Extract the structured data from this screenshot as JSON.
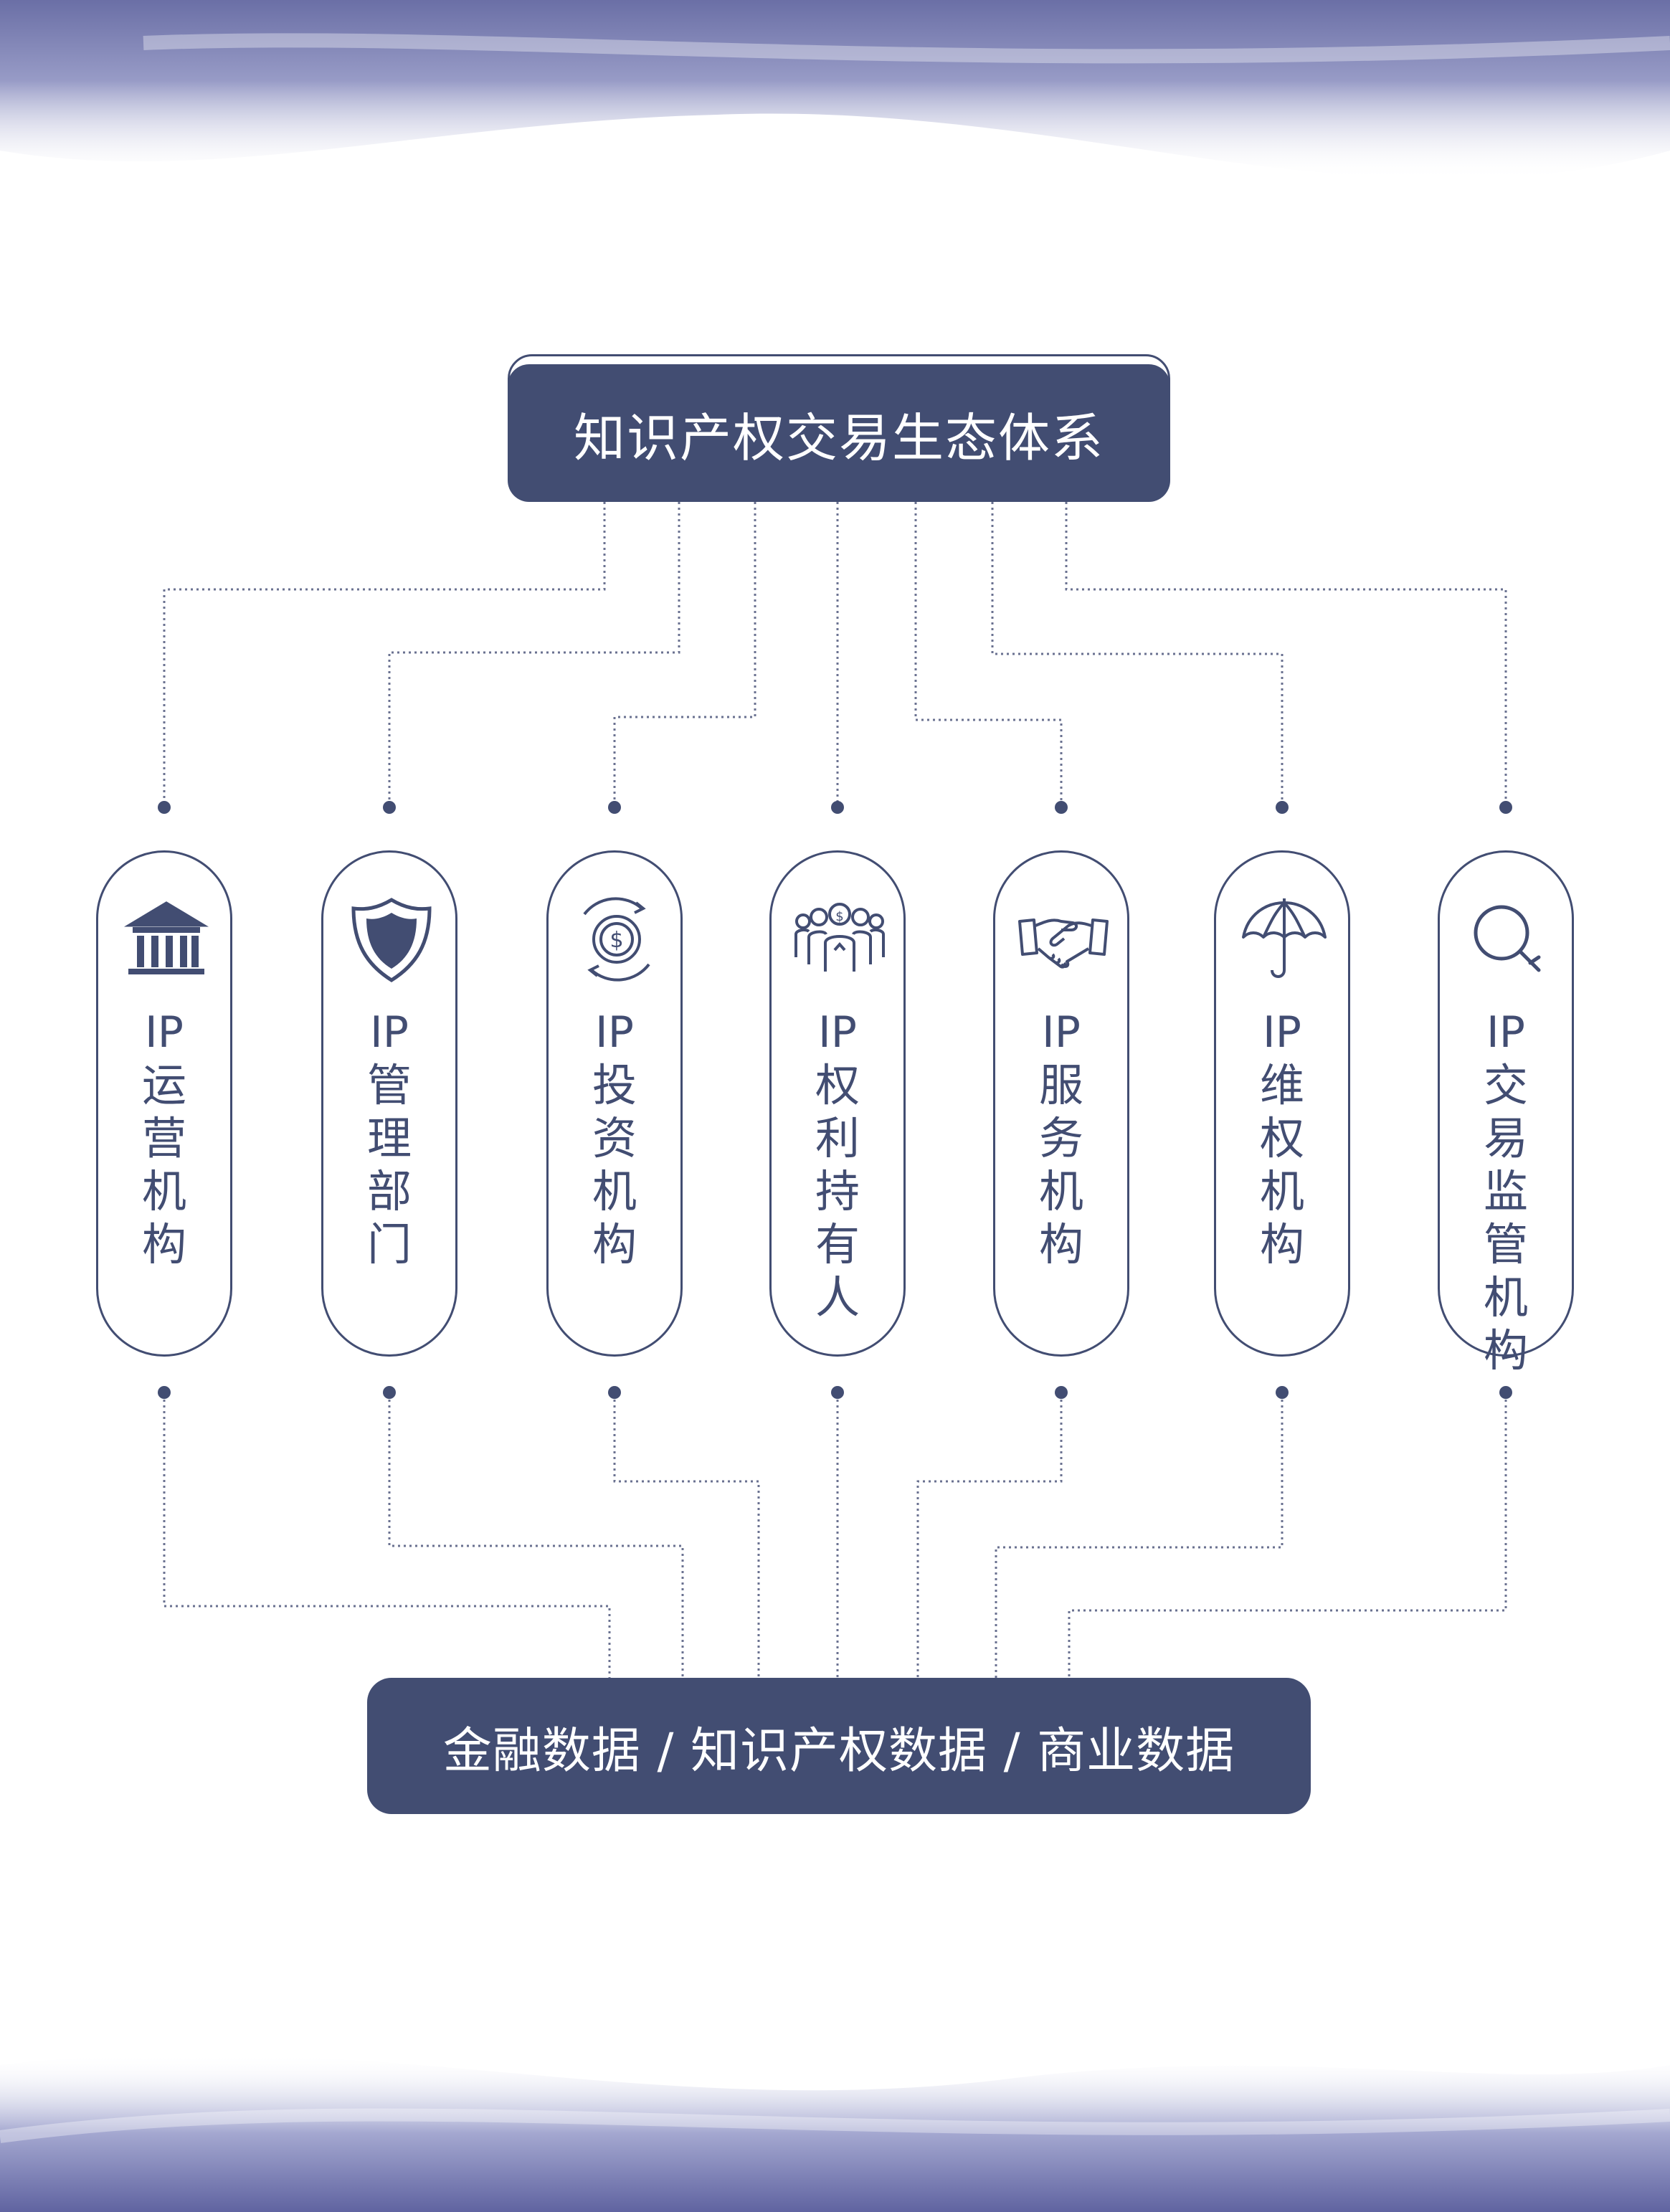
{
  "title": "知识产权交易生态体系",
  "bottom_label": "金融数据 / 知识产权数据 / 商业数据",
  "colors": {
    "navy": "#424d72",
    "dot": "#424d72",
    "connector": "#6a7190"
  },
  "nodes": [
    {
      "prefix": "IP",
      "name": [
        "运",
        "营",
        "机",
        "构"
      ],
      "icon": "bank-icon"
    },
    {
      "prefix": "IP",
      "name": [
        "管",
        "理",
        "部",
        "门"
      ],
      "icon": "shield-icon"
    },
    {
      "prefix": "IP",
      "name": [
        "投",
        "资",
        "机",
        "构"
      ],
      "icon": "investment-cycle-icon"
    },
    {
      "prefix": "IP",
      "name": [
        "权",
        "利",
        "持",
        "有",
        "人"
      ],
      "icon": "people-coin-icon"
    },
    {
      "prefix": "IP",
      "name": [
        "服",
        "务",
        "机",
        "构"
      ],
      "icon": "handshake-icon"
    },
    {
      "prefix": "IP",
      "name": [
        "维",
        "权",
        "机",
        "构"
      ],
      "icon": "umbrella-icon"
    },
    {
      "prefix": "IP",
      "name": [
        "交",
        "易",
        "监",
        "管",
        "机",
        "构"
      ],
      "icon": "magnifier-icon"
    }
  ]
}
